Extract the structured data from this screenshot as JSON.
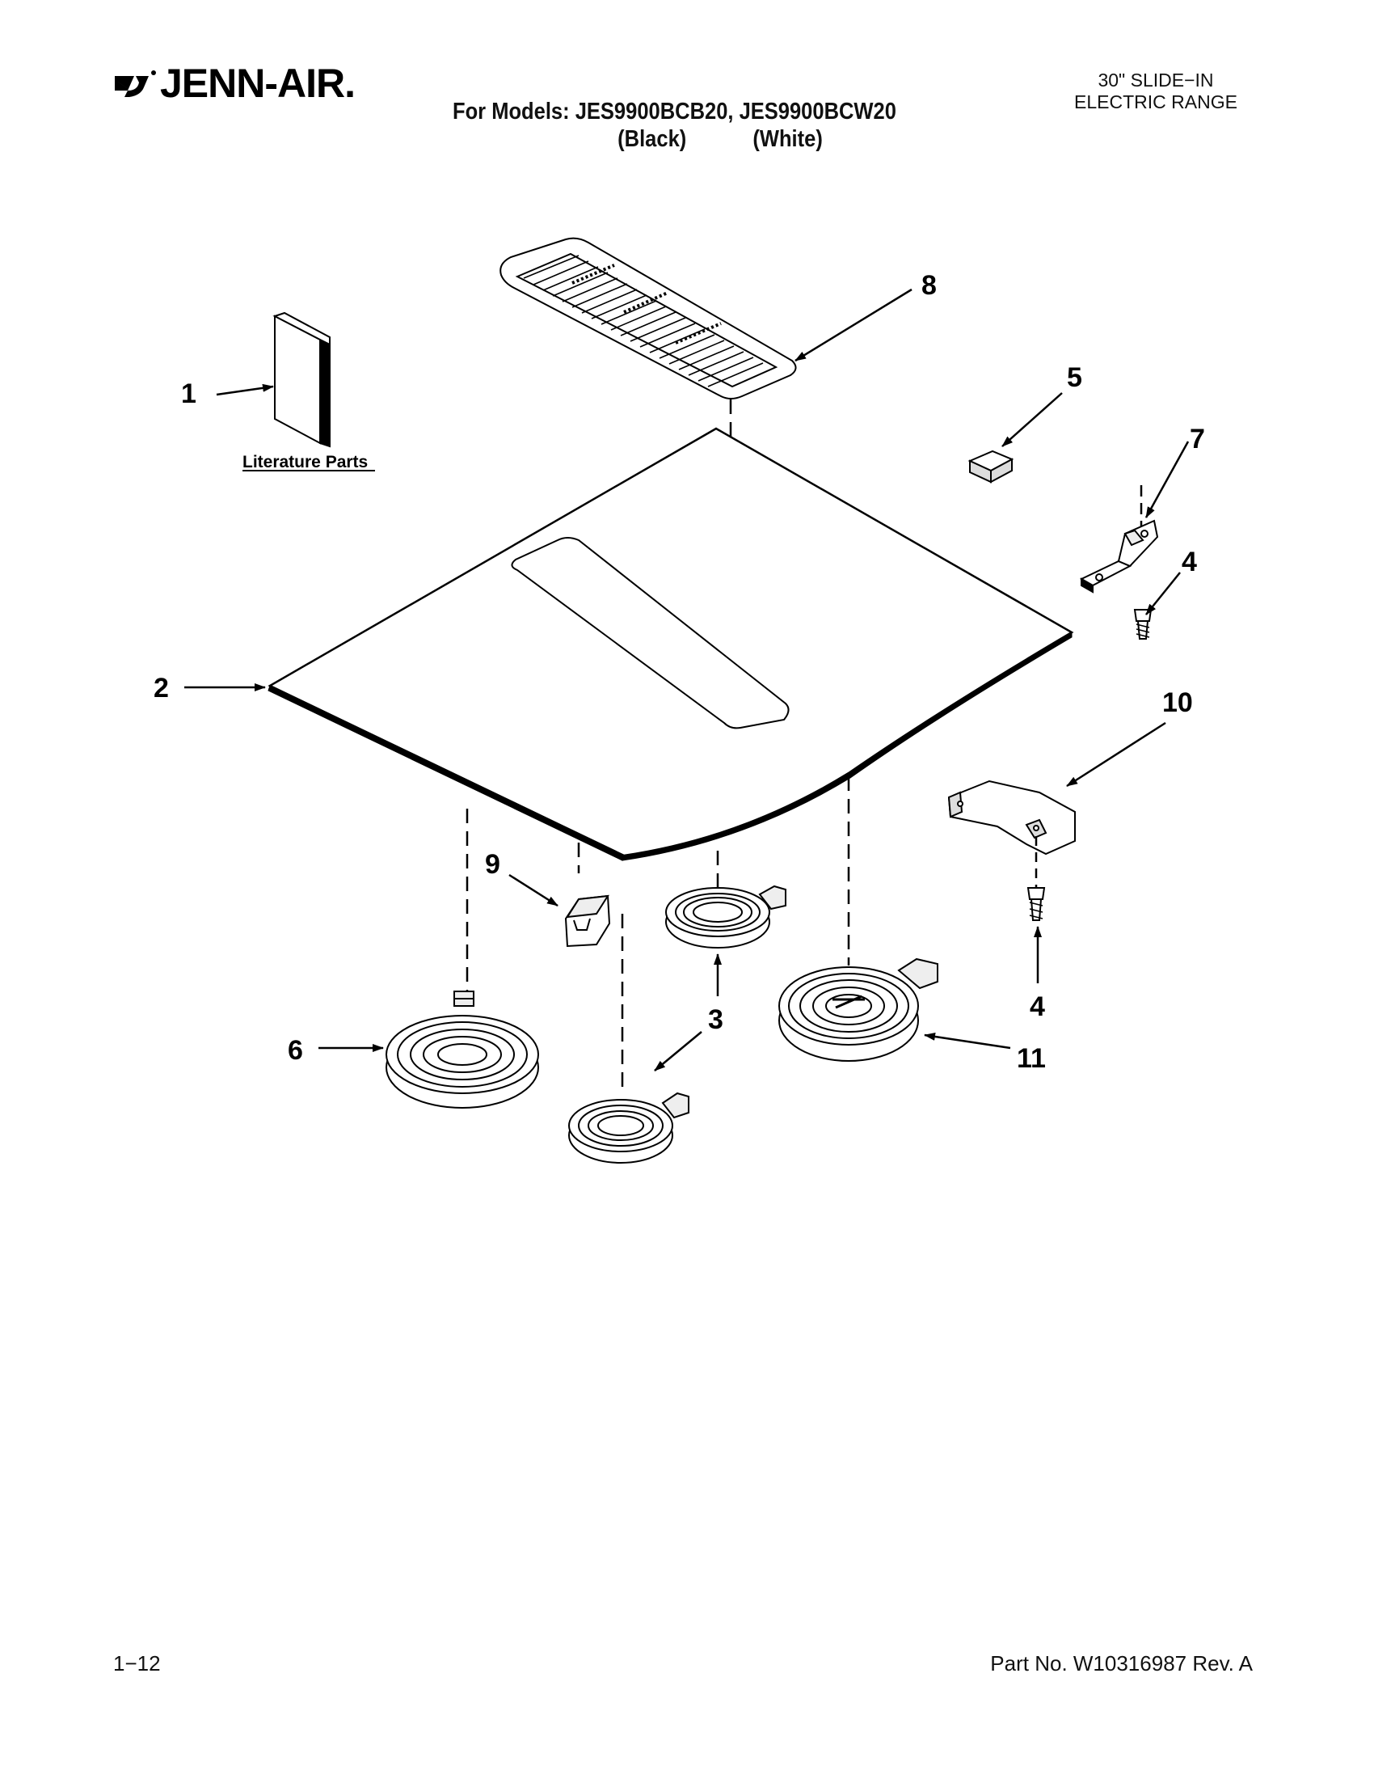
{
  "header": {
    "brand": "JENN-AIR.",
    "models_line": "For Models: JES9900BCB20, JES9900BCW20",
    "color_1": "(Black)",
    "color_2": "(White)",
    "product_line_1": "30\" SLIDE−IN",
    "product_line_2": "ELECTRIC RANGE"
  },
  "diagram": {
    "literature_label": "Literature Parts",
    "callouts": {
      "c1": "1",
      "c2": "2",
      "c3a": "3",
      "c3b": "3",
      "c4a": "4",
      "c4b": "4",
      "c5": "5",
      "c6": "6",
      "c7": "7",
      "c8": "8",
      "c9": "9",
      "c10": "10",
      "c11": "11"
    }
  },
  "footer": {
    "page": "1−12",
    "part_number": "Part No. W10316987 Rev. A"
  }
}
